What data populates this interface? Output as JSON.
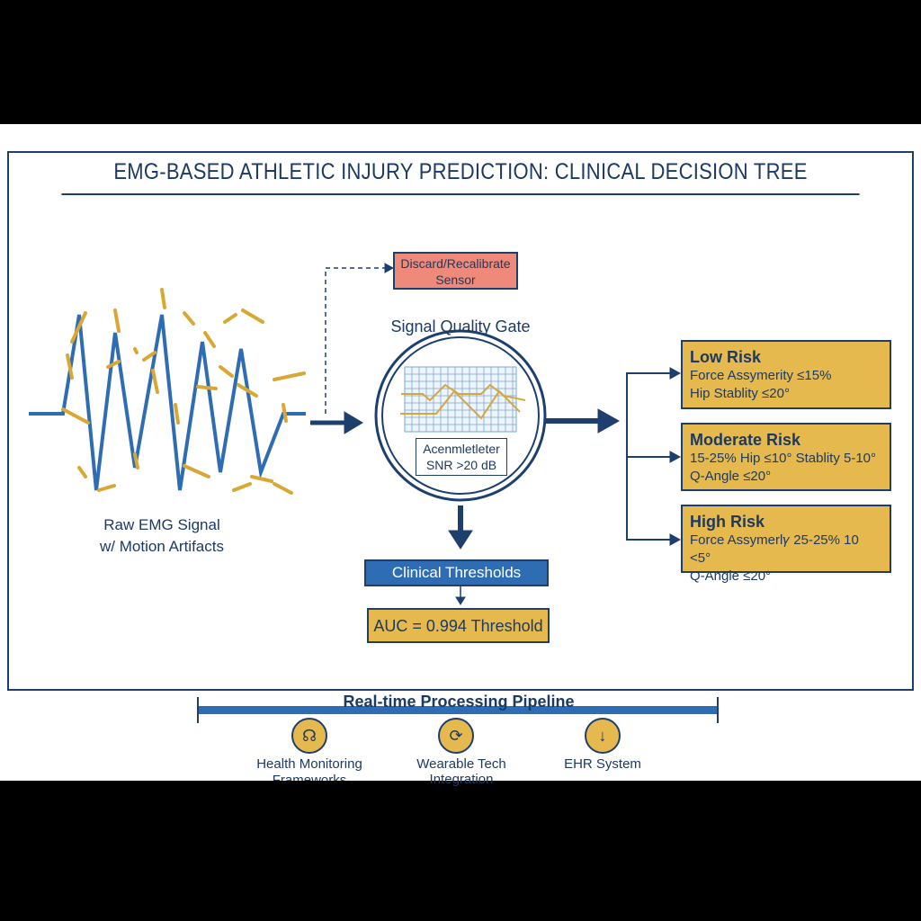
{
  "title": "EMG-BASED ATHLETIC INJURY PREDICTION: CLINICAL DECISION TREE",
  "raw_signal": {
    "line1": "Raw EMG Signal",
    "line2": "w/ Motion Artifacts"
  },
  "discard": {
    "line1": "Discard/Recalibrate",
    "line2": "Sensor"
  },
  "gate": {
    "title": "Signal Quality Gate",
    "label1": "Acenmletleter",
    "label2": "SNR >20 dB"
  },
  "clinical_thresholds": "Clinical Thresholds",
  "auc": "AUC = 0.994 Threshold",
  "risks": [
    {
      "title": "Low Risk",
      "line1": "Force Assymerity ≤15%",
      "line2": "Hip Stablity ≤20°"
    },
    {
      "title": "Moderate Risk",
      "line1": "15-25% Hip ≤10° Stablity 5-10°",
      "line2": "Q-Angle ≤20°"
    },
    {
      "title": "High Risk",
      "line1": "Force Assymerl𝛾 25-25% 10 <5°",
      "line2": "Q-Angle ≤20°"
    }
  ],
  "pipeline": {
    "title": "Real-time Processing Pipeline",
    "items": [
      {
        "label": "Health Monitoring Frameworks",
        "icon": "health-icon"
      },
      {
        "label": "Wearable Tech Integration",
        "icon": "wearable-icon"
      },
      {
        "label": "EHR System",
        "icon": "ehr-icon"
      }
    ]
  },
  "colors": {
    "navy": "#1d3f6e",
    "blue": "#2e6db4",
    "gold": "#e6b94f",
    "red": "#ef8a7a"
  }
}
